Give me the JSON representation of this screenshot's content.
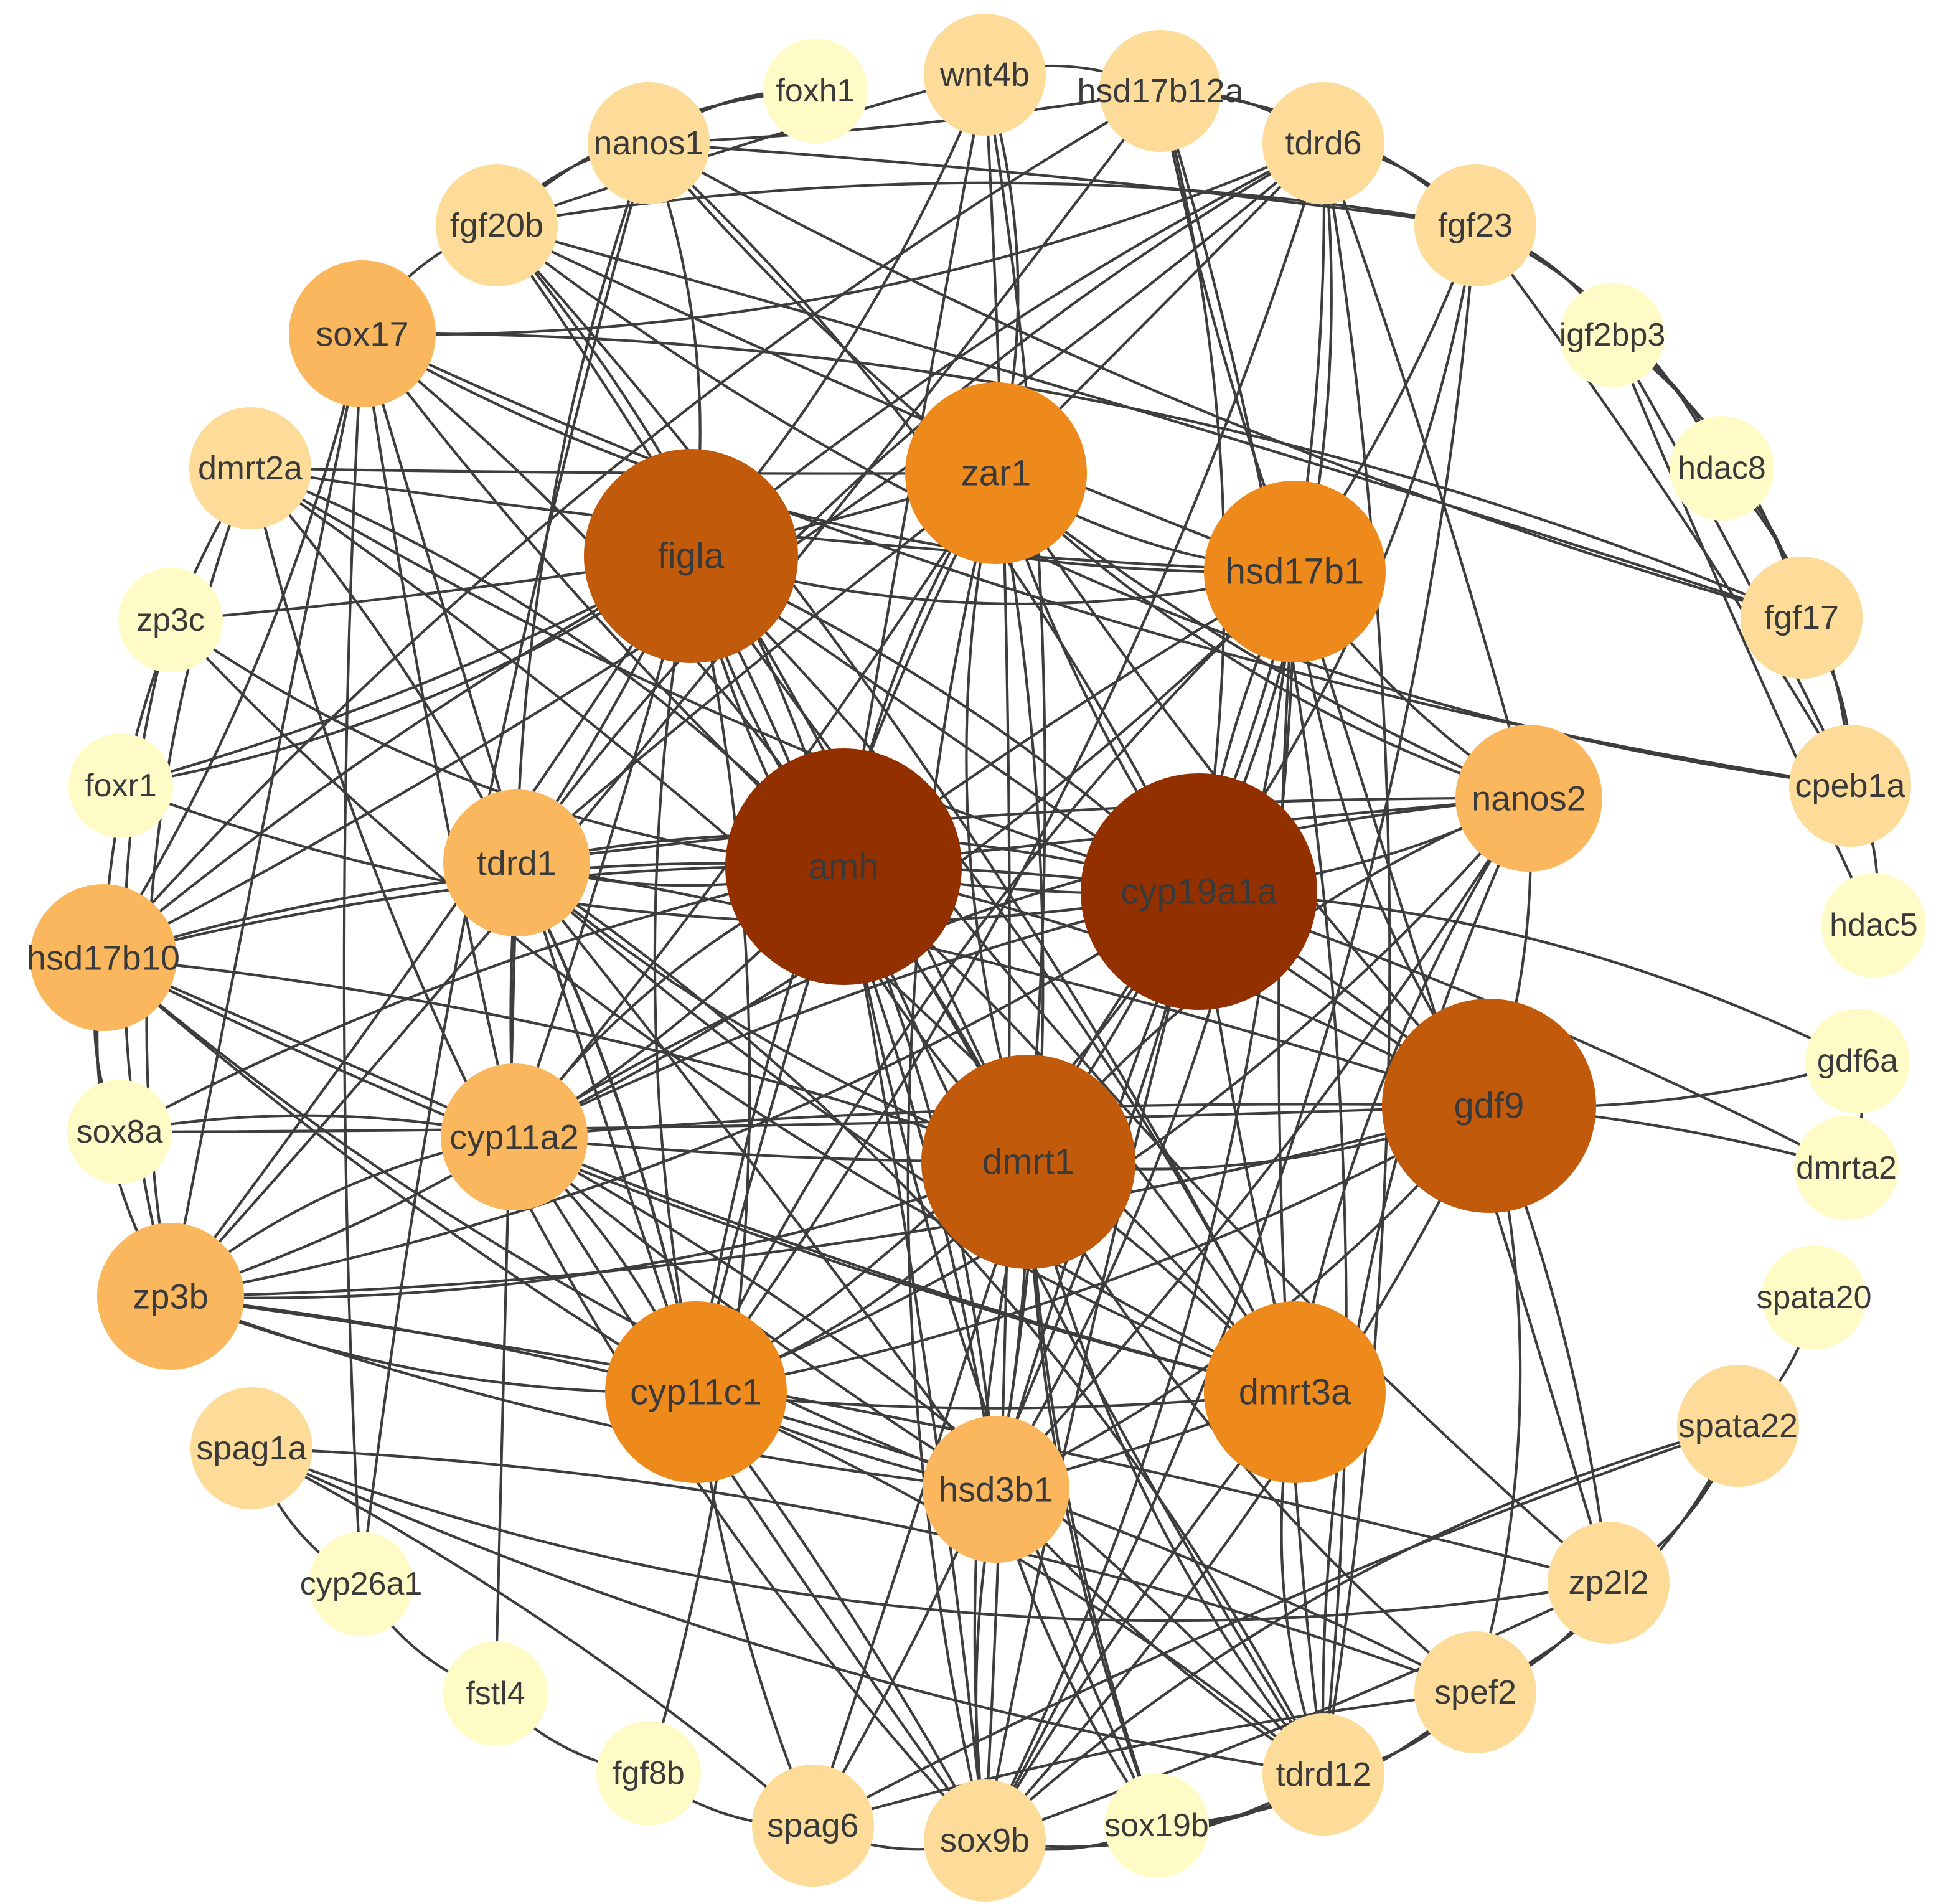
{
  "colors": {
    "tier1": "#933000",
    "tier2": "#c25a0c",
    "tier3": "#ee8a1c",
    "tier4": "#fab75e",
    "tier5": "#fddb98",
    "tier6": "#fffbc6",
    "edge": "#3d3d3d",
    "label": "#3a3a3a"
  },
  "network": {
    "nodes": [
      {
        "id": "amh",
        "label": "amh",
        "tier": 1
      },
      {
        "id": "cyp19a1a",
        "label": "cyp19a1a",
        "tier": 1
      },
      {
        "id": "dmrt1",
        "label": "dmrt1",
        "tier": 2
      },
      {
        "id": "gdf9",
        "label": "gdf9",
        "tier": 2
      },
      {
        "id": "figla",
        "label": "figla",
        "tier": 2
      },
      {
        "id": "zar1",
        "label": "zar1",
        "tier": 3
      },
      {
        "id": "hsd17b1",
        "label": "hsd17b1",
        "tier": 3
      },
      {
        "id": "cyp11c1",
        "label": "cyp11c1",
        "tier": 3
      },
      {
        "id": "dmrt3a",
        "label": "dmrt3a",
        "tier": 3
      },
      {
        "id": "nanos2",
        "label": "nanos2",
        "tier": 4
      },
      {
        "id": "tdrd1",
        "label": "tdrd1",
        "tier": 4
      },
      {
        "id": "cyp11a2",
        "label": "cyp11a2",
        "tier": 4
      },
      {
        "id": "hsd3b1",
        "label": "hsd3b1",
        "tier": 4
      },
      {
        "id": "foxh1",
        "label": "foxh1",
        "tier": 6
      },
      {
        "id": "wnt4b",
        "label": "wnt4b",
        "tier": 5
      },
      {
        "id": "hsd17b12a",
        "label": "hsd17b12a",
        "tier": 5
      },
      {
        "id": "tdrd6",
        "label": "tdrd6",
        "tier": 5
      },
      {
        "id": "nanos1",
        "label": "nanos1",
        "tier": 5
      },
      {
        "id": "fgf20b",
        "label": "fgf20b",
        "tier": 5
      },
      {
        "id": "fgf23",
        "label": "fgf23",
        "tier": 5
      },
      {
        "id": "igf2bp3",
        "label": "igf2bp3",
        "tier": 6
      },
      {
        "id": "sox17",
        "label": "sox17",
        "tier": 4
      },
      {
        "id": "hdac8",
        "label": "hdac8",
        "tier": 6
      },
      {
        "id": "dmrt2a",
        "label": "dmrt2a",
        "tier": 5
      },
      {
        "id": "fgf17",
        "label": "fgf17",
        "tier": 5
      },
      {
        "id": "zp3c",
        "label": "zp3c",
        "tier": 6
      },
      {
        "id": "cpeb1a",
        "label": "cpeb1a",
        "tier": 5
      },
      {
        "id": "foxr1",
        "label": "foxr1",
        "tier": 6
      },
      {
        "id": "hdac5",
        "label": "hdac5",
        "tier": 6
      },
      {
        "id": "hsd17b10",
        "label": "hsd17b10",
        "tier": 4
      },
      {
        "id": "gdf6a",
        "label": "gdf6a",
        "tier": 6
      },
      {
        "id": "sox8a",
        "label": "sox8a",
        "tier": 6
      },
      {
        "id": "dmrta2",
        "label": "dmrta2",
        "tier": 6
      },
      {
        "id": "zp3b",
        "label": "zp3b",
        "tier": 4
      },
      {
        "id": "spata20",
        "label": "spata20",
        "tier": 6
      },
      {
        "id": "spata22",
        "label": "spata22",
        "tier": 5
      },
      {
        "id": "spag1a",
        "label": "spag1a",
        "tier": 5
      },
      {
        "id": "cyp26a1",
        "label": "cyp26a1",
        "tier": 6
      },
      {
        "id": "zp2l2",
        "label": "zp2l2",
        "tier": 5
      },
      {
        "id": "fstl4",
        "label": "fstl4",
        "tier": 6
      },
      {
        "id": "spef2",
        "label": "spef2",
        "tier": 5
      },
      {
        "id": "fgf8b",
        "label": "fgf8b",
        "tier": 6
      },
      {
        "id": "tdrd12",
        "label": "tdrd12",
        "tier": 5
      },
      {
        "id": "spag6",
        "label": "spag6",
        "tier": 5
      },
      {
        "id": "sox9b",
        "label": "sox9b",
        "tier": 5
      },
      {
        "id": "sox19b",
        "label": "sox19b",
        "tier": 6
      }
    ],
    "edges": [
      [
        "amh",
        "cyp19a1a"
      ],
      [
        "amh",
        "dmrt1"
      ],
      [
        "amh",
        "gdf9"
      ],
      [
        "amh",
        "figla"
      ],
      [
        "amh",
        "zar1"
      ],
      [
        "amh",
        "hsd17b1"
      ],
      [
        "amh",
        "cyp11c1"
      ],
      [
        "amh",
        "dmrt3a"
      ],
      [
        "amh",
        "nanos2"
      ],
      [
        "amh",
        "tdrd1"
      ],
      [
        "amh",
        "cyp11a2"
      ],
      [
        "amh",
        "hsd3b1"
      ],
      [
        "amh",
        "sox9b"
      ],
      [
        "amh",
        "sox17"
      ],
      [
        "amh",
        "dmrt2a"
      ],
      [
        "amh",
        "hsd17b10"
      ],
      [
        "amh",
        "zp3b"
      ],
      [
        "amh",
        "wnt4b"
      ],
      [
        "amh",
        "tdrd12"
      ],
      [
        "amh",
        "fgf20b"
      ],
      [
        "amh",
        "sox8a"
      ],
      [
        "amh",
        "zp3c"
      ],
      [
        "amh",
        "sox19b"
      ],
      [
        "cyp19a1a",
        "dmrt1"
      ],
      [
        "cyp19a1a",
        "gdf9"
      ],
      [
        "cyp19a1a",
        "figla"
      ],
      [
        "cyp19a1a",
        "zar1"
      ],
      [
        "cyp19a1a",
        "hsd17b1"
      ],
      [
        "cyp19a1a",
        "cyp11c1"
      ],
      [
        "cyp19a1a",
        "dmrt3a"
      ],
      [
        "cyp19a1a",
        "nanos2"
      ],
      [
        "cyp19a1a",
        "tdrd1"
      ],
      [
        "cyp19a1a",
        "cyp11a2"
      ],
      [
        "cyp19a1a",
        "hsd3b1"
      ],
      [
        "cyp19a1a",
        "sox9b"
      ],
      [
        "cyp19a1a",
        "hsd17b12a"
      ],
      [
        "cyp19a1a",
        "tdrd6"
      ],
      [
        "cyp19a1a",
        "gdf6a"
      ],
      [
        "cyp19a1a",
        "fgf23"
      ],
      [
        "cyp19a1a",
        "nanos1"
      ],
      [
        "cyp19a1a",
        "hsd17b10"
      ],
      [
        "cyp19a1a",
        "zp3b"
      ],
      [
        "cyp19a1a",
        "dmrta2"
      ],
      [
        "cyp19a1a",
        "spag6"
      ],
      [
        "cyp19a1a",
        "foxr1"
      ],
      [
        "cyp19a1a",
        "dmrt2a"
      ],
      [
        "dmrt1",
        "gdf9"
      ],
      [
        "dmrt1",
        "figla"
      ],
      [
        "dmrt1",
        "zar1"
      ],
      [
        "dmrt1",
        "hsd17b1"
      ],
      [
        "dmrt1",
        "cyp11c1"
      ],
      [
        "dmrt1",
        "dmrt3a"
      ],
      [
        "dmrt1",
        "nanos2"
      ],
      [
        "dmrt1",
        "tdrd1"
      ],
      [
        "dmrt1",
        "cyp11a2"
      ],
      [
        "dmrt1",
        "hsd3b1"
      ],
      [
        "dmrt1",
        "sox9b"
      ],
      [
        "dmrt1",
        "wnt4b"
      ],
      [
        "dmrt1",
        "sox17"
      ],
      [
        "dmrt1",
        "zp3b"
      ],
      [
        "dmrt1",
        "tdrd12"
      ],
      [
        "dmrt1",
        "spag6"
      ],
      [
        "dmrt1",
        "fgf20b"
      ],
      [
        "dmrt1",
        "hsd17b10"
      ],
      [
        "dmrt1",
        "sox19b"
      ],
      [
        "gdf9",
        "figla"
      ],
      [
        "gdf9",
        "zar1"
      ],
      [
        "gdf9",
        "hsd17b1"
      ],
      [
        "gdf9",
        "cyp11c1"
      ],
      [
        "gdf9",
        "nanos2"
      ],
      [
        "gdf9",
        "gdf6a"
      ],
      [
        "gdf9",
        "dmrta2"
      ],
      [
        "gdf9",
        "zp2l2"
      ],
      [
        "gdf9",
        "cyp11a2"
      ],
      [
        "gdf9",
        "tdrd1"
      ],
      [
        "gdf9",
        "sox9b"
      ],
      [
        "gdf9",
        "spef2"
      ],
      [
        "gdf9",
        "zp3b"
      ],
      [
        "gdf9",
        "hsd3b1"
      ],
      [
        "figla",
        "zar1"
      ],
      [
        "figla",
        "hsd17b1"
      ],
      [
        "figla",
        "cyp11c1"
      ],
      [
        "figla",
        "dmrt3a"
      ],
      [
        "figla",
        "tdrd1"
      ],
      [
        "figla",
        "cyp11a2"
      ],
      [
        "figla",
        "hsd3b1"
      ],
      [
        "figla",
        "zp3b"
      ],
      [
        "figla",
        "zp3c"
      ],
      [
        "figla",
        "hsd17b10"
      ],
      [
        "figla",
        "nanos1"
      ],
      [
        "figla",
        "fgf8b"
      ],
      [
        "figla",
        "wnt4b"
      ],
      [
        "figla",
        "tdrd6"
      ],
      [
        "figla",
        "zp2l2"
      ],
      [
        "figla",
        "foxr1"
      ],
      [
        "zar1",
        "hsd17b1"
      ],
      [
        "zar1",
        "cyp11c1"
      ],
      [
        "zar1",
        "tdrd1"
      ],
      [
        "zar1",
        "nanos2"
      ],
      [
        "zar1",
        "cyp11a2"
      ],
      [
        "zar1",
        "hsd3b1"
      ],
      [
        "zar1",
        "wnt4b"
      ],
      [
        "zar1",
        "tdrd6"
      ],
      [
        "zar1",
        "sox9b"
      ],
      [
        "zar1",
        "dmrt2a"
      ],
      [
        "hsd17b1",
        "cyp11c1"
      ],
      [
        "hsd17b1",
        "nanos2"
      ],
      [
        "hsd17b1",
        "cyp11a2"
      ],
      [
        "hsd17b1",
        "hsd3b1"
      ],
      [
        "hsd17b1",
        "hsd17b12a"
      ],
      [
        "hsd17b1",
        "tdrd6"
      ],
      [
        "hsd17b1",
        "sox17"
      ],
      [
        "hsd17b1",
        "sox9b"
      ],
      [
        "hsd17b1",
        "fgf23"
      ],
      [
        "hsd17b1",
        "fgf20b"
      ],
      [
        "hsd17b1",
        "tdrd12"
      ],
      [
        "hsd17b1",
        "dmrt2a"
      ],
      [
        "cyp11c1",
        "tdrd1"
      ],
      [
        "cyp11c1",
        "cyp11a2"
      ],
      [
        "cyp11c1",
        "hsd3b1"
      ],
      [
        "cyp11c1",
        "dmrt3a"
      ],
      [
        "cyp11c1",
        "sox9b"
      ],
      [
        "cyp11c1",
        "hsd17b10"
      ],
      [
        "cyp11c1",
        "nanos2"
      ],
      [
        "cyp11c1",
        "sox17"
      ],
      [
        "cyp11c1",
        "tdrd6"
      ],
      [
        "cyp11c1",
        "zp3b"
      ],
      [
        "dmrt3a",
        "nanos2"
      ],
      [
        "dmrt3a",
        "hsd3b1"
      ],
      [
        "dmrt3a",
        "sox9b"
      ],
      [
        "dmrt3a",
        "tdrd1"
      ],
      [
        "dmrt3a",
        "tdrd12"
      ],
      [
        "dmrt3a",
        "cyp11a2"
      ],
      [
        "dmrt3a",
        "fgf20b"
      ],
      [
        "dmrt3a",
        "dmrt2a"
      ],
      [
        "nanos2",
        "tdrd1"
      ],
      [
        "nanos2",
        "cyp11a2"
      ],
      [
        "nanos2",
        "hsd3b1"
      ],
      [
        "nanos2",
        "tdrd12"
      ],
      [
        "nanos2",
        "tdrd6"
      ],
      [
        "nanos2",
        "nanos1"
      ],
      [
        "tdrd1",
        "cyp11a2"
      ],
      [
        "tdrd1",
        "hsd3b1"
      ],
      [
        "tdrd1",
        "tdrd6"
      ],
      [
        "tdrd1",
        "tdrd12"
      ],
      [
        "tdrd1",
        "fstl4"
      ],
      [
        "tdrd1",
        "nanos1"
      ],
      [
        "cyp11a2",
        "hsd3b1"
      ],
      [
        "cyp11a2",
        "sox17"
      ],
      [
        "cyp11a2",
        "hsd17b10"
      ],
      [
        "cyp11a2",
        "sox8a"
      ],
      [
        "cyp11a2",
        "zp3b"
      ],
      [
        "cyp11a2",
        "tdrd12"
      ],
      [
        "hsd3b1",
        "sox9b"
      ],
      [
        "hsd3b1",
        "hsd17b10"
      ],
      [
        "hsd3b1",
        "zp3b"
      ],
      [
        "hsd3b1",
        "tdrd12"
      ],
      [
        "foxh1",
        "nanos1"
      ],
      [
        "foxh1",
        "fgf20b"
      ],
      [
        "nanos1",
        "fgf20b"
      ],
      [
        "nanos1",
        "fgf23"
      ],
      [
        "nanos1",
        "hsd17b12a"
      ],
      [
        "nanos1",
        "cyp26a1"
      ],
      [
        "nanos1",
        "fgf17"
      ],
      [
        "wnt4b",
        "hsd17b12a"
      ],
      [
        "wnt4b",
        "sox9b"
      ],
      [
        "wnt4b",
        "fgf20b"
      ],
      [
        "hsd17b12a",
        "tdrd6"
      ],
      [
        "hsd17b12a",
        "hsd17b10"
      ],
      [
        "hsd17b12a",
        "tdrd12"
      ],
      [
        "hsd17b12a",
        "fgf23"
      ],
      [
        "tdrd6",
        "fgf23"
      ],
      [
        "tdrd6",
        "tdrd12"
      ],
      [
        "tdrd6",
        "sox17"
      ],
      [
        "tdrd6",
        "hsd17b10"
      ],
      [
        "fgf20b",
        "sox17"
      ],
      [
        "fgf20b",
        "fgf23"
      ],
      [
        "fgf20b",
        "fgf17"
      ],
      [
        "fgf20b",
        "cpeb1a"
      ],
      [
        "fgf23",
        "igf2bp3"
      ],
      [
        "fgf23",
        "sox9b"
      ],
      [
        "fgf23",
        "hdac8"
      ],
      [
        "fgf23",
        "cpeb1a"
      ],
      [
        "igf2bp3",
        "hdac8"
      ],
      [
        "igf2bp3",
        "fgf17"
      ],
      [
        "igf2bp3",
        "cpeb1a"
      ],
      [
        "igf2bp3",
        "hdac5"
      ],
      [
        "hdac8",
        "fgf17"
      ],
      [
        "hdac8",
        "cpeb1a"
      ],
      [
        "fgf17",
        "cpeb1a"
      ],
      [
        "cpeb1a",
        "hdac5"
      ],
      [
        "fgf17",
        "sox17"
      ],
      [
        "sox17",
        "zp3b"
      ],
      [
        "sox17",
        "hsd17b10"
      ],
      [
        "sox17",
        "cpeb1a"
      ],
      [
        "sox17",
        "cyp26a1"
      ],
      [
        "dmrt2a",
        "hsd17b10"
      ],
      [
        "dmrt2a",
        "zp3b"
      ],
      [
        "dmrt2a",
        "sox9b"
      ],
      [
        "dmrt2a",
        "cyp11c1"
      ],
      [
        "hsd17b10",
        "zp3b"
      ],
      [
        "hsd17b10",
        "sox8a"
      ],
      [
        "hsd17b10",
        "dmrt3a"
      ],
      [
        "zp3b",
        "zp2l2"
      ],
      [
        "zp3b",
        "zp3c"
      ],
      [
        "zp3b",
        "hsd17b12a"
      ],
      [
        "zp3b",
        "spef2"
      ],
      [
        "zp3c",
        "dmrt3a"
      ],
      [
        "foxr1",
        "figla"
      ],
      [
        "sox8a",
        "gdf9"
      ],
      [
        "spata20",
        "spata22"
      ],
      [
        "spata22",
        "zp2l2"
      ],
      [
        "spata22",
        "spef2"
      ],
      [
        "spata22",
        "spag6"
      ],
      [
        "spata22",
        "sox9b"
      ],
      [
        "spag1a",
        "cyp26a1"
      ],
      [
        "spag1a",
        "zp2l2"
      ],
      [
        "spag1a",
        "spef2"
      ],
      [
        "spag1a",
        "spag6"
      ],
      [
        "spag1a",
        "tdrd12"
      ],
      [
        "cyp26a1",
        "fstl4"
      ],
      [
        "fstl4",
        "fgf8b"
      ],
      [
        "fgf8b",
        "spag6"
      ],
      [
        "zp2l2",
        "spef2"
      ],
      [
        "zp2l2",
        "hsd17b1"
      ],
      [
        "zp2l2",
        "sox9b"
      ],
      [
        "spef2",
        "sox19b"
      ],
      [
        "spef2",
        "tdrd12"
      ],
      [
        "spef2",
        "spag6"
      ],
      [
        "spef2",
        "dmrt1"
      ],
      [
        "tdrd12",
        "sox19b"
      ],
      [
        "tdrd12",
        "sox9b"
      ],
      [
        "tdrd12",
        "cyp11c1"
      ],
      [
        "spag6",
        "sox9b"
      ],
      [
        "spag6",
        "cyp11c1"
      ],
      [
        "sox9b",
        "sox19b"
      ],
      [
        "sox9b",
        "cyp11a2"
      ],
      [
        "sox19b",
        "dmrt1"
      ],
      [
        "sox19b",
        "hsd3b1"
      ],
      [
        "gdf6a",
        "dmrta2"
      ]
    ]
  }
}
